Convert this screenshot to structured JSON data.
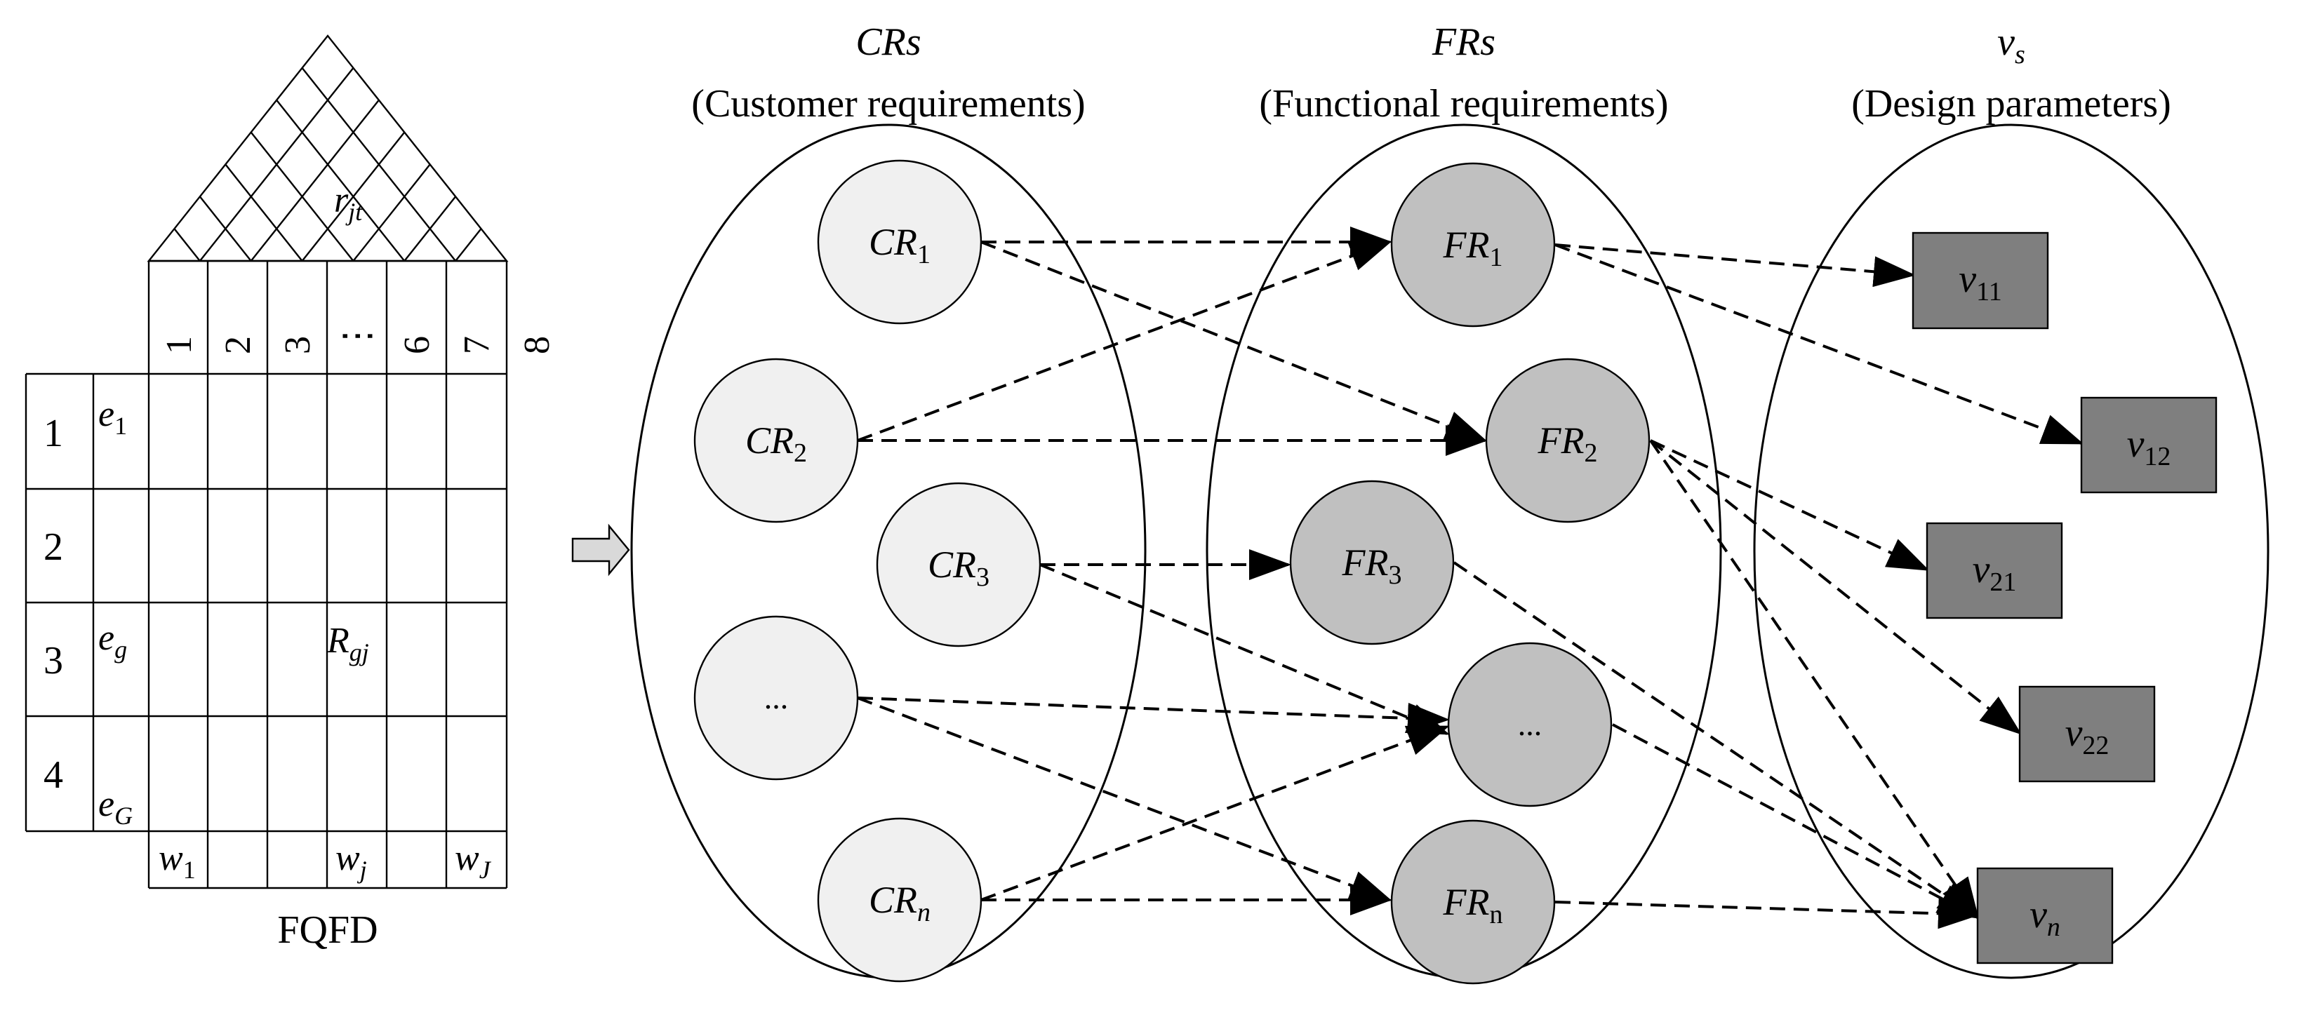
{
  "fqfd": {
    "caption": "FQFD",
    "col_numbers": [
      "1",
      "2",
      "3",
      "⋮",
      "6",
      "7",
      "8"
    ],
    "row_numbers": [
      "1",
      "2",
      "3",
      "4"
    ],
    "roof_label_base": "r",
    "roof_label_sub": "jt",
    "cell_label_base": "R",
    "cell_label_sub": "gj",
    "e1_base": "e",
    "e1_sub": "1",
    "eg_base": "e",
    "eg_sub": "g",
    "eG_base": "e",
    "eG_sub": "G",
    "w1_base": "w",
    "w1_sub": "1",
    "wj_base": "w",
    "wj_sub": "j",
    "wJ_base": "w",
    "wJ_sub": "J"
  },
  "groups": {
    "crs": {
      "title": "CRs",
      "subtitle": "(Customer requirements)"
    },
    "frs": {
      "title": "FRs",
      "subtitle": "(Functional requirements)"
    },
    "vs": {
      "title_base": "v",
      "title_sub": "s",
      "subtitle": "(Design parameters)"
    }
  },
  "cr_nodes": [
    {
      "base": "CR",
      "sub": "1"
    },
    {
      "base": "CR",
      "sub": "2"
    },
    {
      "base": "CR",
      "sub": "3"
    },
    {
      "base": "...",
      "sub": ""
    },
    {
      "base": "CR",
      "sub": "n"
    }
  ],
  "fr_nodes": [
    {
      "base": "FR",
      "sub": "1"
    },
    {
      "base": "FR",
      "sub": "2"
    },
    {
      "base": "FR",
      "sub": "3"
    },
    {
      "base": "...",
      "sub": ""
    },
    {
      "base": "FR",
      "sub": "n"
    }
  ],
  "v_nodes": [
    {
      "base": "v",
      "sub": "11"
    },
    {
      "base": "v",
      "sub": "12"
    },
    {
      "base": "v",
      "sub": "21"
    },
    {
      "base": "v",
      "sub": "22"
    },
    {
      "base": "v",
      "sub": "n"
    }
  ],
  "colors": {
    "cr_fill": "#f0f0f0",
    "fr_fill": "#c0c0c0",
    "v_fill": "#7f7f7f",
    "arrow_fill": "#d9d9d9"
  }
}
